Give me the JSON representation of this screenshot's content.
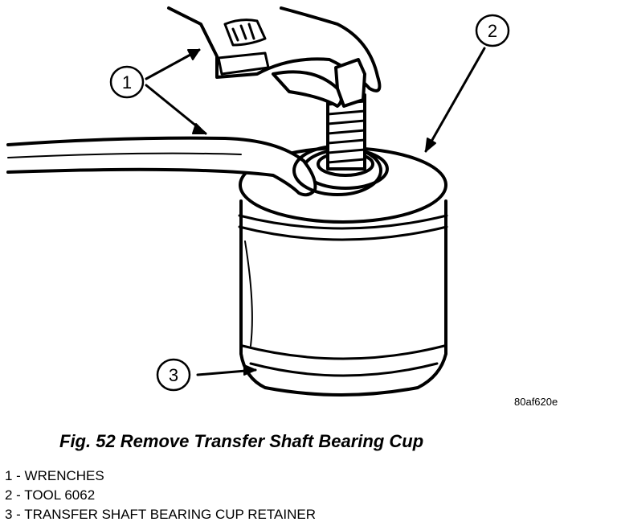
{
  "figure": {
    "reference_code": "80af620e",
    "caption": "Fig. 52 Remove Transfer Shaft Bearing Cup",
    "callouts": [
      "1",
      "2",
      "3"
    ]
  },
  "legend": [
    {
      "number": "1",
      "text": "1 - WRENCHES"
    },
    {
      "number": "2",
      "text": "2 - TOOL 6062"
    },
    {
      "number": "3",
      "text": "3 - TRANSFER SHAFT BEARING CUP RETAINER"
    }
  ],
  "colors": {
    "line": "#000000",
    "fill": "#ffffff"
  }
}
